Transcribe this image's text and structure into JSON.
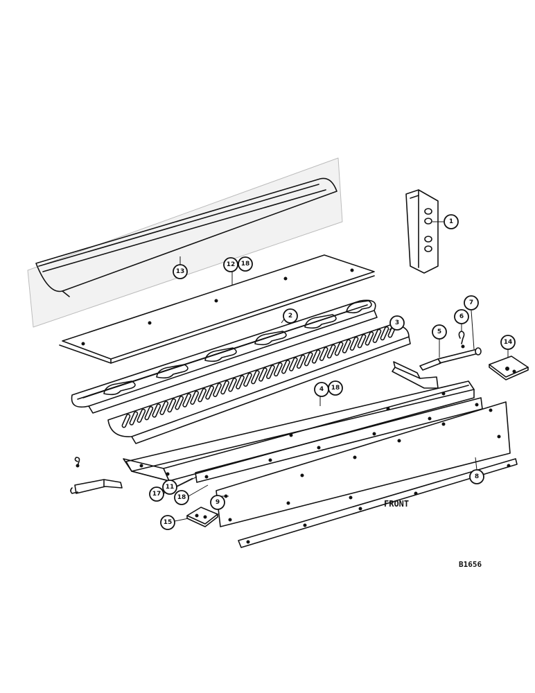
{
  "diagram": {
    "figure_id": "B1656",
    "front_label": "FRONT",
    "callouts": {
      "c1": "1",
      "c2": "2",
      "c3": "3",
      "c4a": "4",
      "c4b": "18",
      "c5": "5",
      "c6": "6",
      "c7": "7",
      "c8": "8",
      "c9": "9",
      "c11": "11",
      "c12a": "12",
      "c12b": "18",
      "c13": "13",
      "c14": "14",
      "c15": "15",
      "c17": "17",
      "c18": "18"
    }
  }
}
